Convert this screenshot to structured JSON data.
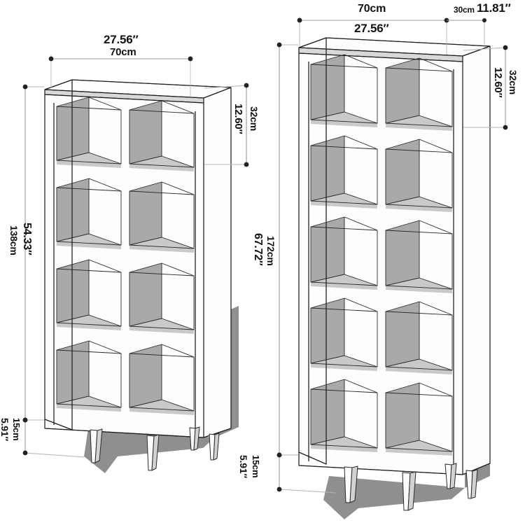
{
  "diagram": {
    "title": "Cube Bookcase Dimension Drawing",
    "background_color": "#ffffff",
    "line_color": "#1a1a1a",
    "dim_line_color": "#9a9a9a",
    "shadow_color": "#8c8c8c",
    "panel_light": "#fdfdfd",
    "panel_mid": "#f0f0f0",
    "panel_dark": "#a9a9a9",
    "panel_shade": "#c8c8c8"
  },
  "units": [
    {
      "id": "left-unit",
      "name": "4-tier cube bookcase",
      "rows": 4,
      "columns": 2,
      "cubes": 8,
      "legs": 4,
      "dimensions": {
        "width_in": "27.56″",
        "width_cm": "70cm",
        "cube_height_in": "12.60″",
        "cube_height_cm": "32cm",
        "body_height_in": "54.33″",
        "body_height_cm": "138cm",
        "leg_height_in": "5.91″",
        "leg_height_cm": "15cm"
      }
    },
    {
      "id": "right-unit",
      "name": "5-tier cube bookcase",
      "rows": 5,
      "columns": 2,
      "cubes": 10,
      "legs": 4,
      "dimensions": {
        "width_in": "27.56″",
        "width_cm": "70cm",
        "depth_in": "11.81″",
        "depth_cm": "30cm",
        "cube_height_in": "12.60″",
        "cube_height_cm": "32cm",
        "body_height_in": "67.72″",
        "body_height_cm": "172cm",
        "leg_height_in": "5.91″",
        "leg_height_cm": "15cm"
      }
    }
  ],
  "labels": {
    "l_width_in": "27.56″",
    "l_width_cm": "70cm",
    "l_cube_in": "12.60″",
    "l_cube_cm": "32cm",
    "l_body_in": "54.33″",
    "l_body_cm": "138cm",
    "l_leg_in": "5.91″",
    "l_leg_cm": "15cm",
    "r_width_cm": "70cm",
    "r_width_in": "27.56″",
    "r_depth_cm": "30cm",
    "r_depth_in": "11.81″",
    "r_cube_in": "12.60″",
    "r_cube_cm": "32cm",
    "r_body_in": "67.72″",
    "r_body_cm": "172cm",
    "r_leg_in": "5.91″",
    "r_leg_cm": "15cm"
  }
}
